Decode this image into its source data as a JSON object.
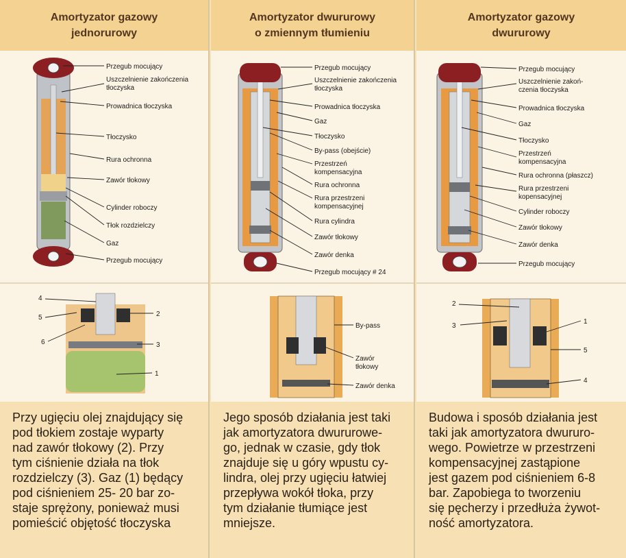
{
  "columns": [
    {
      "title_line1": "Amortyzator gazowy",
      "title_line2": "jednorurowy",
      "labels": [
        "Przegub mocujący",
        "Uszczelnienie zakończenia",
        "tłoczyska",
        "Prowadnica tłoczyska",
        "Tłoczysko",
        "Rura ochronna",
        "Zawór tłokowy",
        "Cylinder roboczy",
        "Tłok rozdzielczy",
        "Gaz",
        "Przegub mocujący"
      ],
      "detail_numbers": [
        "4",
        "5",
        "6",
        "2",
        "3",
        "1"
      ],
      "text": "Przy ugięciu olej znajdujący się\npod tłokiem zostaje wyparty\nnad zawór tłokowy (2). Przy\ntym ciśnienie działa na tłok\nrozdzielczy (3). Gaz (1) będący\npod ciśnieniem 25- 20 bar zo-\nstaje sprężony, ponieważ musi\npomieścić objętość tłoczyska"
    },
    {
      "title_line1": "Amortyzator dwururowy",
      "title_line2": "o zmiennym tłumieniu",
      "labels": [
        "Przegub mocujący",
        "Uszczelnienie zakończenia",
        "tłoczyska",
        "Prowadnica tłoczyska",
        "Gaz",
        "Tłoczysko",
        "By-pass (obejście)",
        "Przestrzeń",
        "kompensacyjna",
        "Rura ochronna",
        "Rura przestrzeni",
        "kompensacyjnej",
        "Rura cylindra",
        "Zawór tłokowy",
        "Zawór denka",
        "Przegub mocujący # 24"
      ],
      "detail_labels": [
        "By-pass",
        "Zawór",
        "tłokowy",
        "Zawór denka"
      ],
      "text": "Jego sposób działania jest taki\njak amortyzatora dwururowe-\ngo, jednak w czasie, gdy tłok\nznajduje się u góry wpustu cy-\nlindra, olej przy ugięciu łatwiej\nprzepływa wokół tłoka, przy\ntym działanie tłumiące jest\nmniejsze."
    },
    {
      "title_line1": "Amortyzator gazowy",
      "title_line2": "dwururowy",
      "labels": [
        "Przegub mocujący",
        "Uszczelnienie zakoń-",
        "czenia tłoczyska",
        "Prowadnica tłoczyska",
        "Gaz",
        "Tłoczysko",
        "Przestrzeń",
        "kompensacyjna",
        "Rura ochronna (płaszcz)",
        "Rura przestrzeni",
        "kopensacyjnej",
        "Cylinder roboczy",
        "Zawór tłokowy",
        "Zawór denka",
        "Przegub mocujący"
      ],
      "detail_numbers": [
        "2",
        "3",
        "1",
        "5",
        "4"
      ],
      "text": "Budowa i sposób działania jest\ntaki jak amortyzatora dwururo-\nwego. Powietrze w przestrzeni\nkompensacyjnej zastąpione\njest gazem pod ciśnieniem 6-8\nbar. Zapobiega to tworzeniu\nsię pęcherzy i przedłuża żywot-\nność amortyzatora."
    }
  ],
  "colors": {
    "header_bg": "#f4d291",
    "header_text": "#53361f",
    "text_bg": "#f6e0b4",
    "mount_red": "#8c1f22",
    "oil": "#e8a048",
    "gas": "#8aa862",
    "steel": "#b9bcc0"
  }
}
